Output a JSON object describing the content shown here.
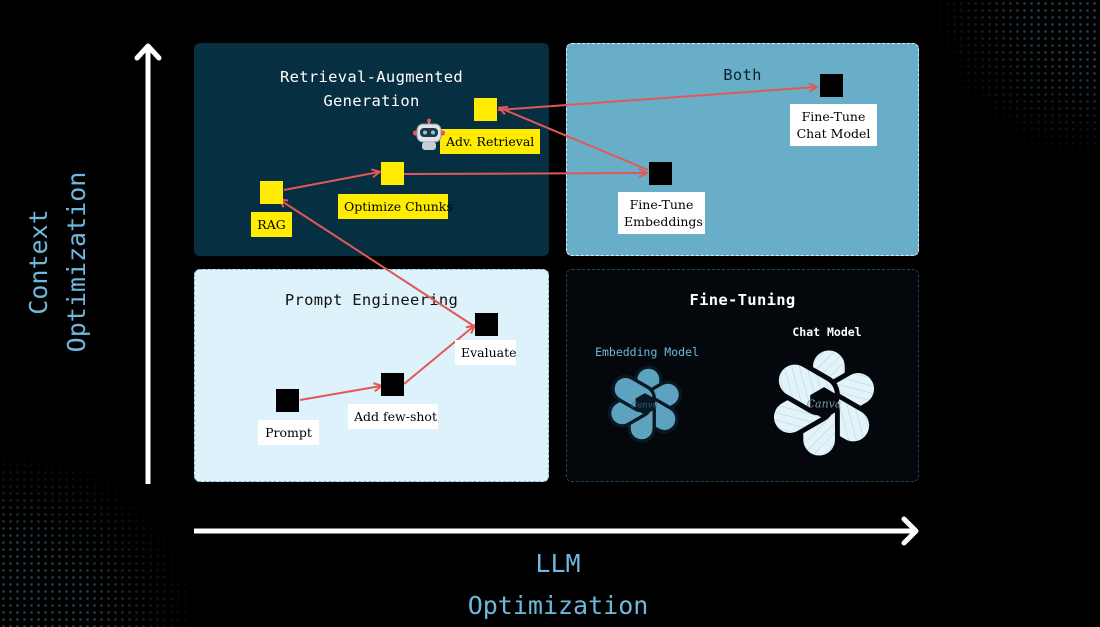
{
  "colors": {
    "background": "#000000",
    "rag_fill": "#062f42",
    "both_fill": "#69aec8",
    "prompt_fill": "#def2fb",
    "finetune_fill": "#04080c",
    "arrow": "#e25858",
    "node_yellow": "#ffec00",
    "node_black": "#000000",
    "axis": "#ffffff",
    "axis_text": "#6fb8dc"
  },
  "axes": {
    "y_title_line1": "Context",
    "y_title_line2": "Optimization",
    "x_title_line1": "LLM",
    "x_title_line2": "Optimization"
  },
  "quadrants": {
    "rag": {
      "title_line1": "Retrieval-Augmented",
      "title_line2": "Generation"
    },
    "both": {
      "title": "Both"
    },
    "prompt": {
      "title": "Prompt Engineering"
    },
    "finetune": {
      "title": "Fine-Tuning",
      "embedding_model_label": "Embedding Model",
      "chat_model_label": "Chat Model",
      "logo_icon": "openai-logo-icon",
      "logo_watermark": "Canva"
    }
  },
  "nodes": {
    "prompt": "Prompt",
    "add_few_shot": "Add few-shot",
    "evaluate": "Evaluate",
    "rag": "RAG",
    "optimize_chunks": "Optimize Chunks",
    "adv_retrieval": "Adv. Retrieval",
    "fine_tune_embeddings_line1": "Fine-Tune",
    "fine_tune_embeddings_line2": "Embeddings",
    "fine_tune_chat_line1": "Fine-Tune",
    "fine_tune_chat_line2": "Chat Model"
  },
  "icons": {
    "robot": "robot-icon"
  }
}
